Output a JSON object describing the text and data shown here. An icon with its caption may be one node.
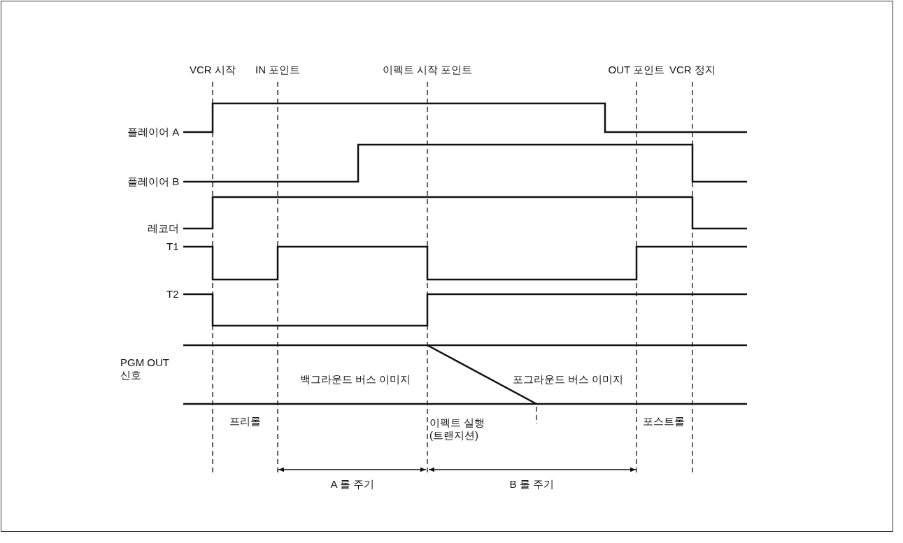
{
  "diagram": {
    "labels": [
      "VCR 시작",
      "IN 포인트",
      "이펙트 시작 포인트",
      "OUT 포인트",
      "VCR 정지",
      "플레이어 A",
      "플레이어 B",
      "레코더",
      "T1",
      "T2",
      "PGM OUT 신호",
      "백그라운드 버스 이미지",
      "포그라운드 버스 이미지",
      "프리롤",
      "이펙트 실행 (트랜지션)",
      "포스트롤",
      "A 롤 주기",
      "B 롤 주기"
    ]
  }
}
